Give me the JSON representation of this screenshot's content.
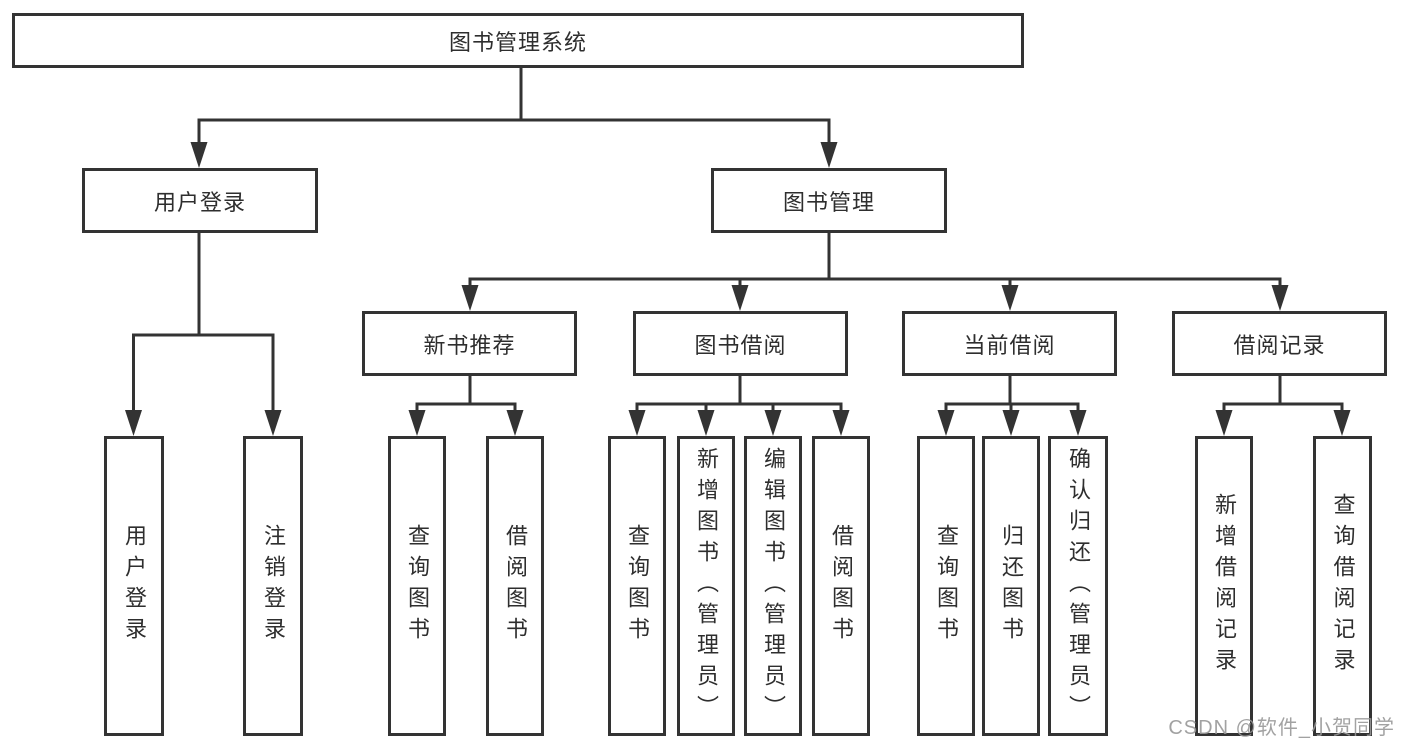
{
  "diagram": {
    "root": {
      "label": "图书管理系统"
    },
    "level1": [
      {
        "label": "用户登录"
      },
      {
        "label": "图书管理"
      }
    ],
    "level2": [
      {
        "label": "新书推荐"
      },
      {
        "label": "图书借阅"
      },
      {
        "label": "当前借阅"
      },
      {
        "label": "借阅记录"
      }
    ],
    "leaves": {
      "user_login": [
        {
          "label": "用户登录"
        },
        {
          "label": "注销登录"
        }
      ],
      "new_book_recommend": [
        {
          "label": "查询图书"
        },
        {
          "label": "借阅图书"
        }
      ],
      "book_borrowing": [
        {
          "label": "查询图书"
        },
        {
          "label": "新增图书（管理员）"
        },
        {
          "label": "编辑图书（管理员）"
        },
        {
          "label": "借阅图书"
        }
      ],
      "current_borrowing": [
        {
          "label": "查询图书"
        },
        {
          "label": "归还图书"
        },
        {
          "label": "确认归还（管理员）"
        }
      ],
      "borrowing_records": [
        {
          "label": "新增借阅记录"
        },
        {
          "label": "查询借阅记录"
        }
      ]
    },
    "watermark": "CSDN @软件_小贺同学",
    "colors": {
      "line": "#333333",
      "text": "#2e2e2e",
      "box_background": "#ffffff",
      "page_background": "#ffffff",
      "watermark": "#989898"
    }
  }
}
